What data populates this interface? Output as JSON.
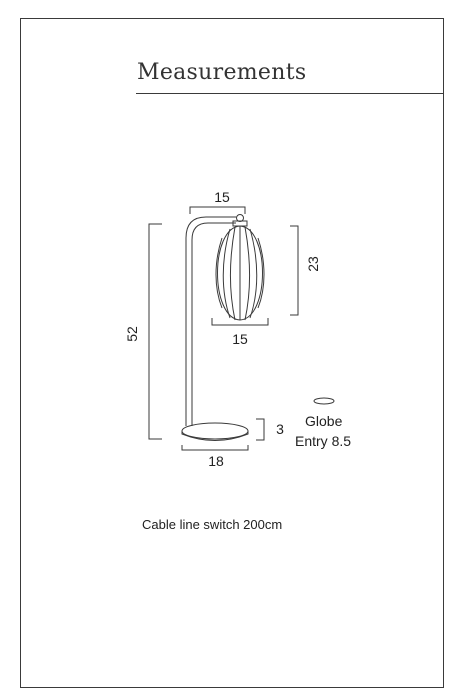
{
  "header": {
    "title": "Measurements"
  },
  "dimensions": {
    "shade_top_width": "15",
    "shade_height": "23",
    "shade_bottom_width": "15",
    "total_height": "52",
    "base_height": "3",
    "base_width": "18"
  },
  "globe": {
    "label": "Globe",
    "entry": "Entry 8.5"
  },
  "notes": {
    "cable": "Cable line switch 200cm"
  },
  "colors": {
    "line": "#3a3a3a",
    "text": "#222222"
  }
}
